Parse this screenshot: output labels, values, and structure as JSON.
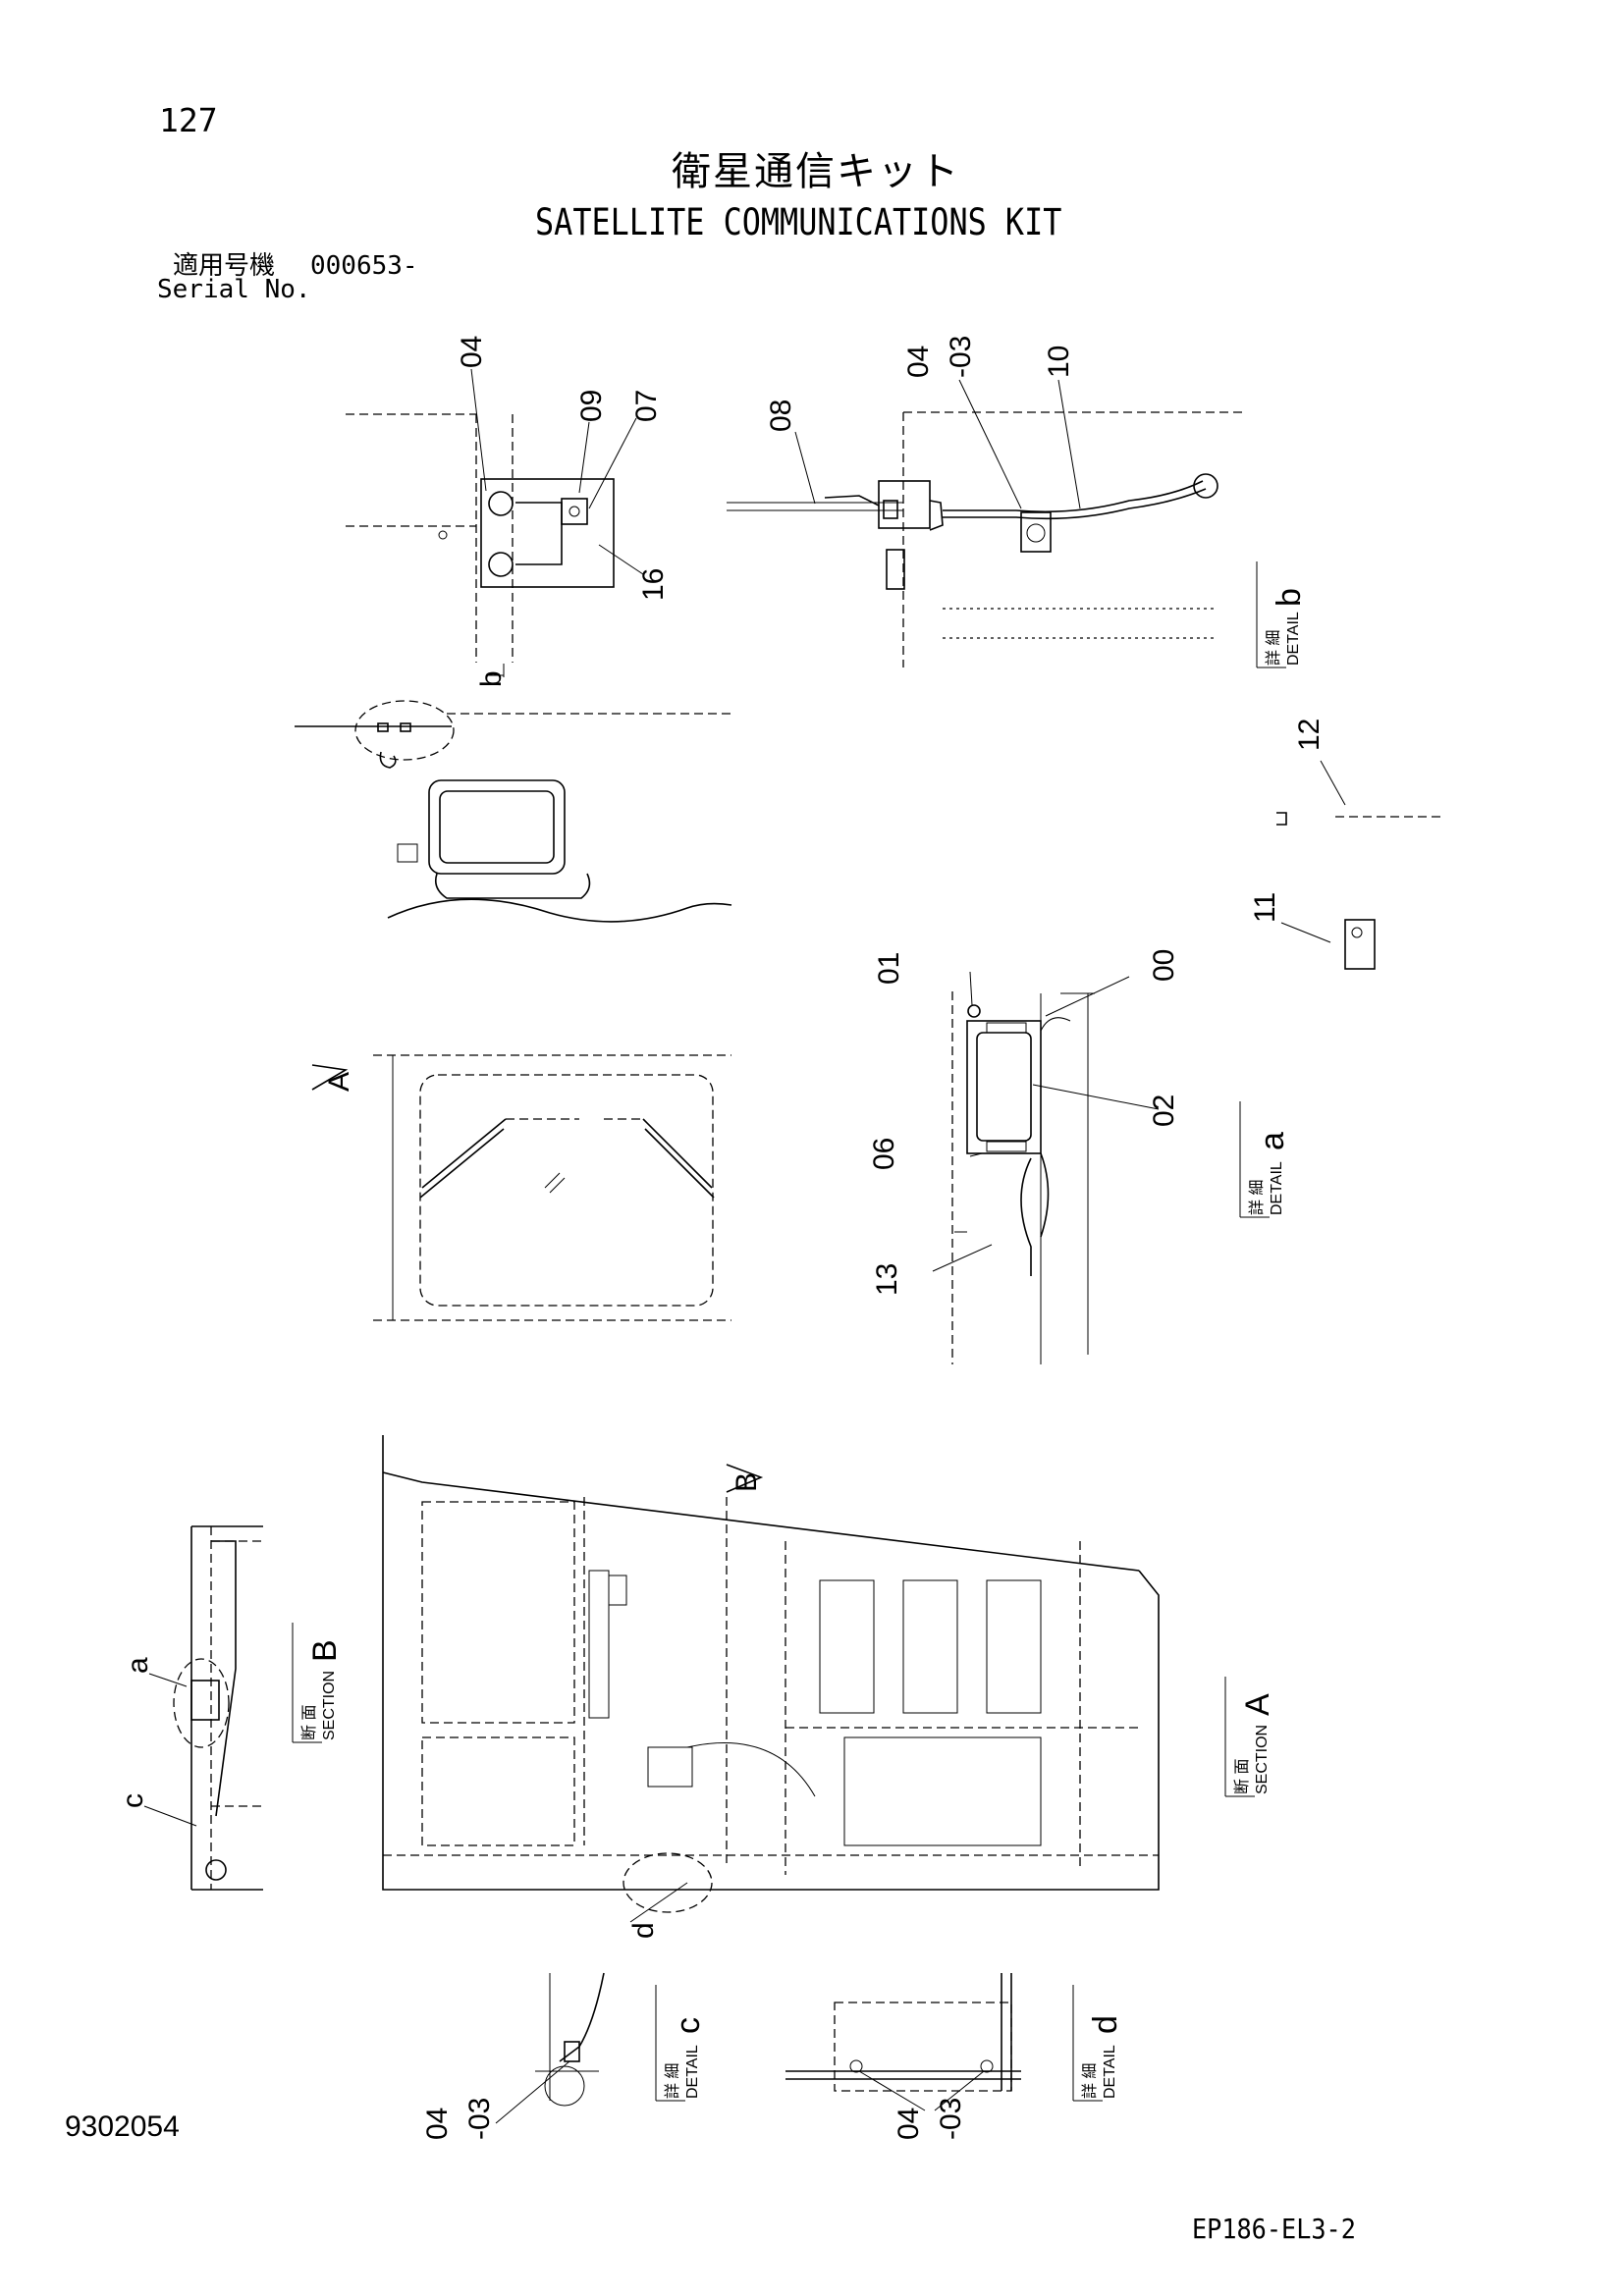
{
  "header": {
    "page_number": "127",
    "title_ja": "衛星通信キット",
    "title_en": "SATELLITE COMMUNICATIONS KIT",
    "serial_label_ja": "適用号機",
    "serial_value": "000653-",
    "serial_label_en": "Serial No."
  },
  "footer": {
    "doc_number": "9302054",
    "ref_code": "EP186-EL3-2"
  },
  "callouts": {
    "c04_top": "04",
    "c09": "09",
    "c07": "07",
    "c16": "16",
    "c08": "08",
    "c04_03_b1": "04",
    "c04_03_b2": "-03",
    "c10": "10",
    "c12": "12",
    "c11": "11",
    "c01": "01",
    "c00": "00",
    "c02": "02",
    "c06": "06",
    "c13": "13",
    "c04_03_c1": "04",
    "c04_03_c2": "-03",
    "c04_03_d1": "04",
    "c04_03_d2": "-03"
  },
  "view_markers": {
    "view_a": "A",
    "view_b": "B",
    "detail_a_marker": "a",
    "detail_b_marker": "b",
    "detail_c_marker": "c",
    "detail_d_marker": "d"
  },
  "view_labels": {
    "detail_b": {
      "ja": "詳 細",
      "en": "DETAIL",
      "letter": "b"
    },
    "detail_a": {
      "ja": "詳 細",
      "en": "DETAIL",
      "letter": "a"
    },
    "section_b": {
      "ja": "断 面",
      "en": "SECTION",
      "letter": "B"
    },
    "section_a": {
      "ja": "断 面",
      "en": "SECTION",
      "letter": "A"
    },
    "detail_c": {
      "ja": "詳 細",
      "en": "DETAIL",
      "letter": "c"
    },
    "detail_d": {
      "ja": "詳 細",
      "en": "DETAIL",
      "letter": "d"
    }
  }
}
